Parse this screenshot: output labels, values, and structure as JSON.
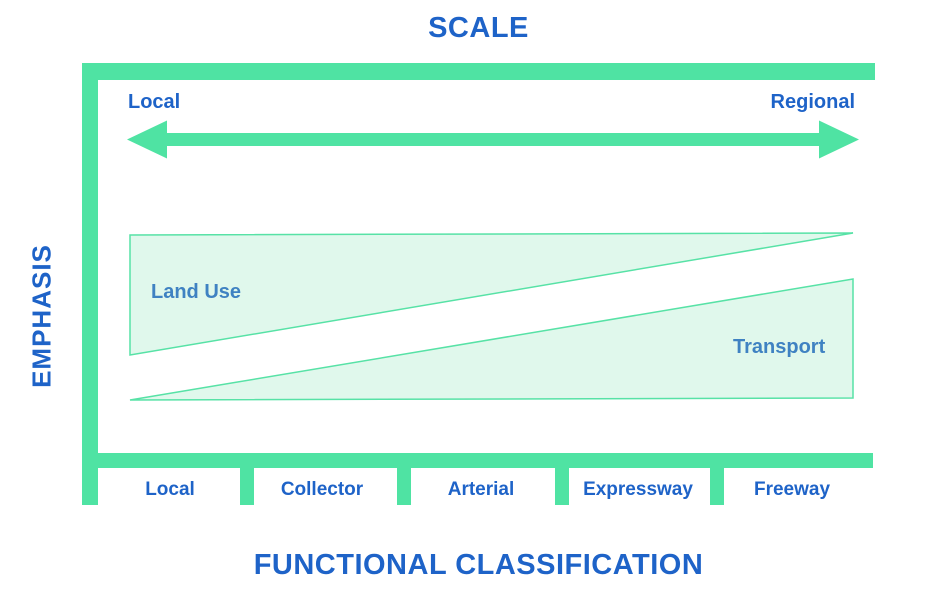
{
  "scale_title": "SCALE",
  "emphasis_label": "EMPHASIS",
  "bottom_title": "FUNCTIONAL CLASSIFICATION",
  "scale_axis": {
    "left_label": "Local",
    "right_label": "Regional"
  },
  "wedges": {
    "land_use": "Land Use",
    "transport": "Transport"
  },
  "functional_classes": [
    "Local",
    "Collector",
    "Arterial",
    "Expressway",
    "Freeway"
  ],
  "colors": {
    "green": "#4fe3a3",
    "wedge_fill": "#e0f8ec",
    "wedge_stroke": "#57e2a6",
    "label_blue": "#1e63c8",
    "wedge_label_blue": "#3f82c2"
  }
}
